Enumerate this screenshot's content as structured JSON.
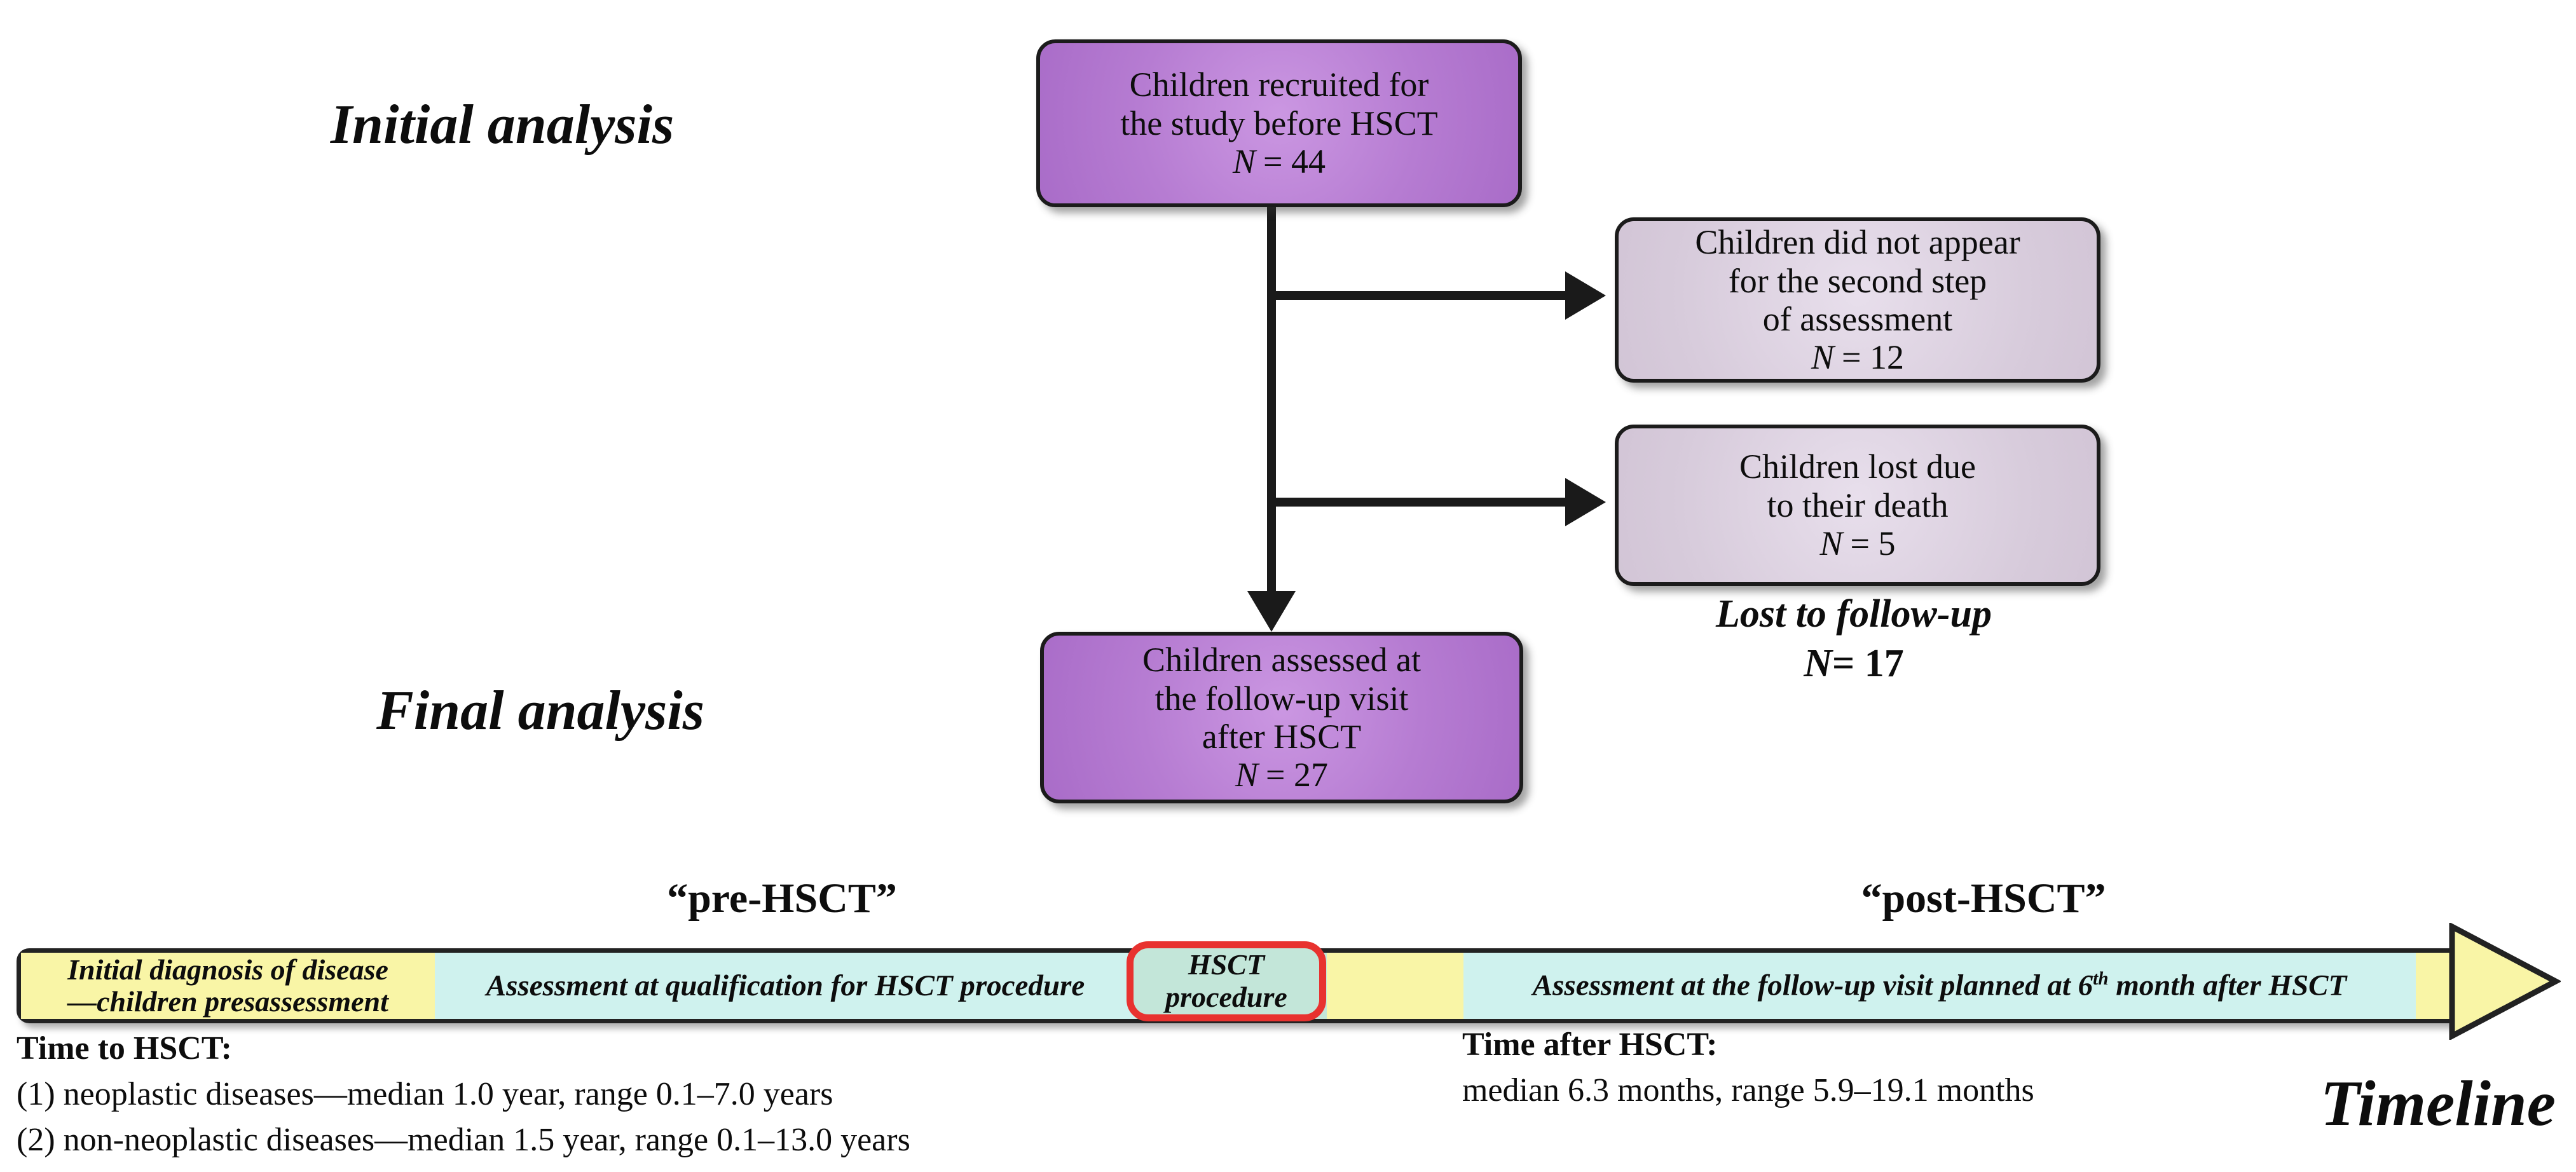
{
  "colors": {
    "box_purple": "#b67cd2",
    "box_lavender": "#d7cbdb",
    "box_border": "#1b1b1b",
    "timeline_yellow": "#f9f5a6",
    "timeline_cyan": "#cff2ee",
    "hsct_green": "#c3e6d9",
    "hsct_red_border": "#e8322f",
    "arrow_black": "#1a1a1a"
  },
  "flowchart": {
    "initial_analysis_label": "Initial analysis",
    "final_analysis_label": "Final analysis",
    "boxes": {
      "recruited": {
        "lines": [
          "Children recruited for",
          "the study before HSCT"
        ],
        "n_label": "N",
        "n_value": "= 44"
      },
      "no_show": {
        "lines": [
          "Children did not appear",
          "for the second step",
          "of assessment"
        ],
        "n_label": "N",
        "n_value": "= 12"
      },
      "death": {
        "lines": [
          "Children lost due",
          "to their death"
        ],
        "n_label": "N",
        "n_value": "= 5"
      },
      "followup": {
        "lines": [
          "Children assessed at",
          "the follow-up visit",
          "after HSCT"
        ],
        "n_label": "N",
        "n_value": "= 27"
      }
    },
    "lost_to_followup": {
      "label": "Lost to follow-up",
      "n_label": "N",
      "n_value": "= 17"
    }
  },
  "timeline": {
    "pre_label": "“pre-HSCT”",
    "post_label": "“post-HSCT”",
    "segments": {
      "initial_diagnosis_line1": "Initial diagnosis of disease",
      "initial_diagnosis_line2": "—children presassessment",
      "qualification": "Assessment at qualification for HSCT procedure",
      "hsct_line1": "HSCT",
      "hsct_line2": "procedure",
      "followup_pre": "Assessment at the follow-up visit planned at 6",
      "followup_sup": "th",
      "followup_post": " month after HSCT"
    },
    "annotations": {
      "time_to_title": "Time to HSCT:",
      "time_to_line1": "(1) neoplastic diseases—median 1.0 year, range 0.1–7.0 years",
      "time_to_line2": "(2) non-neoplastic diseases—median 1.5 year, range 0.1–13.0 years",
      "time_after_title": "Time after HSCT:",
      "time_after_line1": "median 6.3 months, range 5.9–19.1 months"
    },
    "title": "Timeline"
  }
}
